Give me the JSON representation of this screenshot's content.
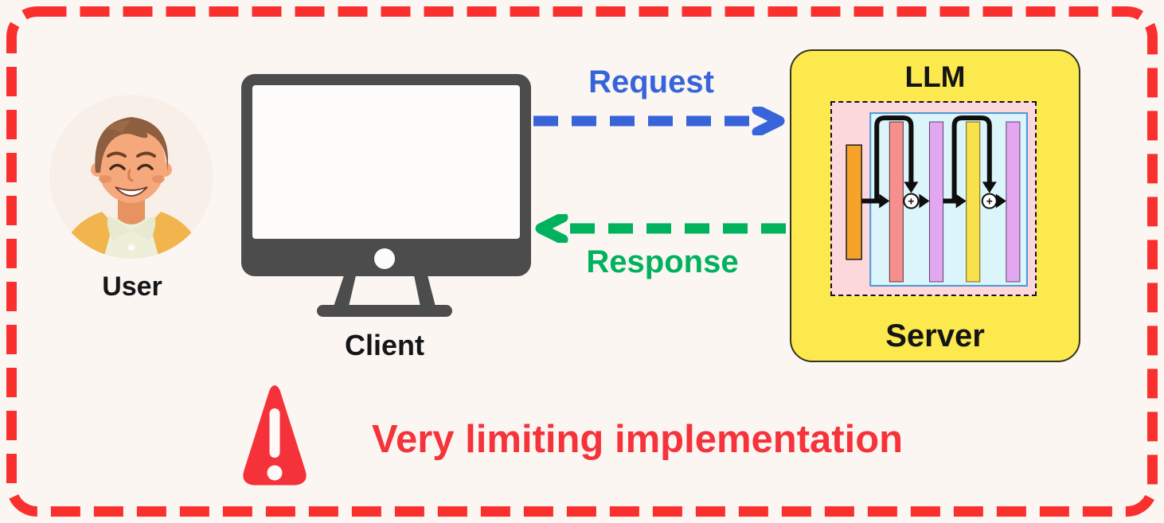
{
  "page": {
    "background": "#FCF6F3",
    "border": {
      "color": "#F9302E",
      "style": "dashed"
    }
  },
  "user": {
    "label": "User"
  },
  "client": {
    "label": "Client"
  },
  "arrows": {
    "request": {
      "label": "Request",
      "color": "#3765D9",
      "direction": "right"
    },
    "response": {
      "label": "Response",
      "color": "#00B25D",
      "direction": "left"
    }
  },
  "server": {
    "title": "LLM",
    "subtitle": "Server",
    "box_color": "#FBE94E",
    "transformer": {
      "outer_color": "#FCD8DD",
      "inner_color": "#DBF5FA",
      "inner_border": "#4C96D7",
      "bar_colors": [
        "#F7A329",
        "#F5908F",
        "#E3A7F2",
        "#F9E14D",
        "#E3A7F2"
      ],
      "residual_plus": "+"
    }
  },
  "warning": {
    "icon": "warning-triangle-icon",
    "text": "Very limiting implementation",
    "color": "#F5333A"
  }
}
